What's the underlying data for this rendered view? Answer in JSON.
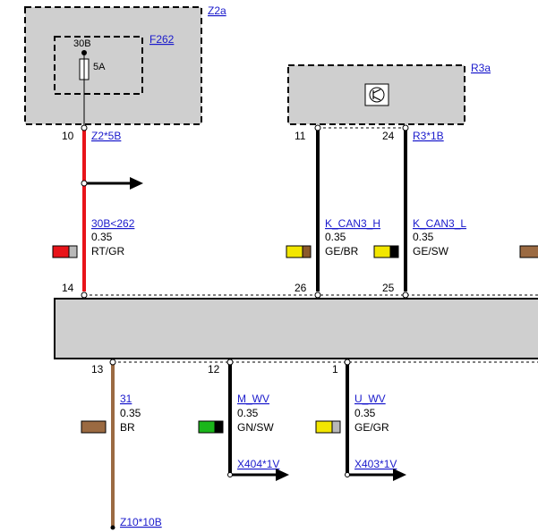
{
  "components": {
    "z2a": "Z2a",
    "f262": "F262",
    "fuse_terminal": "30B",
    "fuse_rating": "5A",
    "r3a": "R3a",
    "connector_z2": "Z2*5B",
    "connector_r3": "R3*1B",
    "ground_connector": "Z10*10B"
  },
  "pins": {
    "z2_pin": "10",
    "r3_pin_can_h": "11",
    "r3_pin_can_l": "24",
    "module_pin_top_power": "14",
    "module_pin_can_h": "26",
    "module_pin_can_l": "25",
    "module_pin_ground": "13",
    "module_pin_m_wv": "12",
    "module_pin_u_wv": "1"
  },
  "wires": [
    {
      "id": "power",
      "name": "30B<262",
      "gauge": "0.35",
      "color_code": "RT/GR",
      "colors": [
        "#e8141a",
        "#b8b8b8"
      ],
      "line_color": "#e8141a"
    },
    {
      "id": "can-h",
      "name": "K_CAN3_H",
      "gauge": "0.35",
      "color_code": "GE/BR",
      "colors": [
        "#f2e600",
        "#8b5a2b"
      ],
      "line_color": "#000000"
    },
    {
      "id": "can-l",
      "name": "K_CAN3_L",
      "gauge": "0.35",
      "color_code": "GE/SW",
      "colors": [
        "#f2e600",
        "#000000"
      ],
      "line_color": "#000000"
    },
    {
      "id": "ground",
      "name": "31",
      "gauge": "0.35",
      "color_code": "BR",
      "colors": [
        "#9b6a42"
      ],
      "line_color": "#9b6a42"
    },
    {
      "id": "m-wv",
      "name": "M_WV",
      "gauge": "0.35",
      "color_code": "GN/SW",
      "colors": [
        "#1bb61b",
        "#000000"
      ],
      "line_color": "#000000"
    },
    {
      "id": "u-wv",
      "name": "U_WV",
      "gauge": "0.35",
      "color_code": "GE/GR",
      "colors": [
        "#f2e600",
        "#b8b8b8"
      ],
      "line_color": "#000000"
    }
  ],
  "outputs": {
    "m_wv_connector": "X404*1V",
    "u_wv_connector": "X403*1V"
  },
  "colors": {
    "component_fill": "#cfcfcf",
    "link": "#1a1acc",
    "edge_swatch": "#9b6a42"
  }
}
